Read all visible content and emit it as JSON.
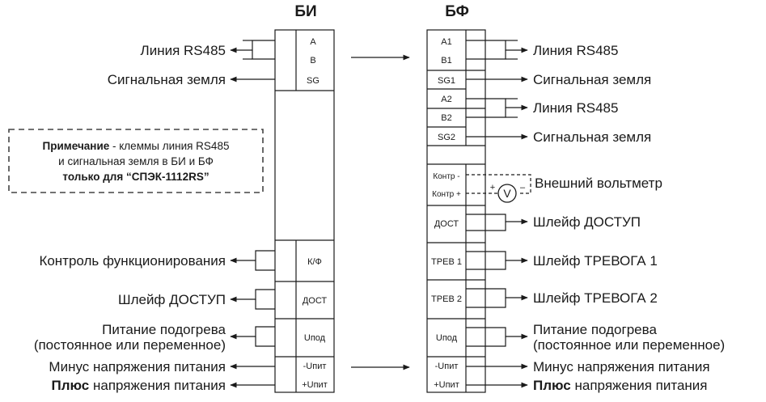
{
  "headers": {
    "bi": "БИ",
    "bf": "БФ"
  },
  "note": {
    "line1_bold": "Примечание",
    "line1_rest": " - клеммы линия RS485",
    "line2": "и сигнальная земля в БИ и БФ",
    "line3": "только для “СПЭК-1112RS”"
  },
  "bi": {
    "terminals": {
      "a": "A",
      "b": "B",
      "sg": "SG",
      "kf": "К/Ф",
      "dost": "ДОСТ",
      "upod": "Uпод",
      "minus": "-Uпит",
      "plus": "+Uпит"
    },
    "labels": {
      "rs485": "Линия RS485",
      "ground": "Сигнальная земля",
      "kf": "Контроль функционирования",
      "dost": "Шлейф ДОСТУП",
      "heat1": "Питание подогрева",
      "heat2": "(постоянное или переменное)",
      "minus": "Минус напряжения питания",
      "plus_bold": "Плюс",
      "plus_rest": " напряжения питания"
    }
  },
  "bf": {
    "terminals": {
      "a1": "A1",
      "b1": "B1",
      "sg1": "SG1",
      "a2": "A2",
      "b2": "B2",
      "sg2": "SG2",
      "kontr_minus": "Контр -",
      "kontr_plus": "Контр +",
      "dost": "ДОСТ",
      "trev1": "ТРЕВ 1",
      "trev2": "ТРЕВ 2",
      "upod": "Uпод",
      "minus": "-Uпит",
      "plus": "+Uпит"
    },
    "labels": {
      "rs485_1": "Линия RS485",
      "ground_1": "Сигнальная земля",
      "rs485_2": "Линия RS485",
      "ground_2": "Сигнальная земля",
      "voltmeter": "Внешний вольтметр",
      "dost": "Шлейф ДОСТУП",
      "trev1": "Шлейф ТРЕВОГА 1",
      "trev2": "Шлейф ТРЕВОГА 2",
      "heat1": "Питание подогрева",
      "heat2": "(постоянное или переменное)",
      "minus": "Минус напряжения питания",
      "plus_bold": "Плюс",
      "plus_rest": " напряжения питания"
    },
    "voltmeter": {
      "symbol": "V",
      "plus": "+",
      "minus": "–"
    }
  }
}
